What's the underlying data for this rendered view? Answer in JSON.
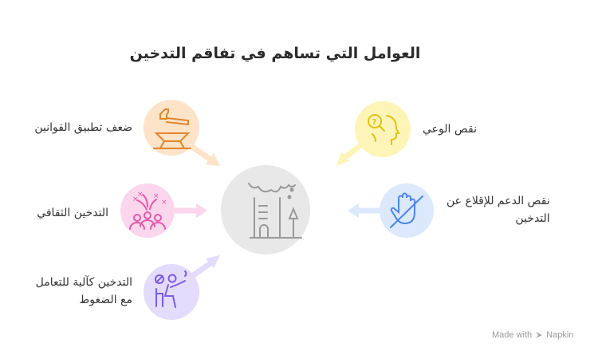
{
  "title": "العوامل التي تساهم في تفاقم التدخين",
  "center": {
    "icon": "smoking-factory-icon"
  },
  "factors": [
    {
      "label": "ضعف تطبيق القوانين",
      "icon": "gavel-anvil-icon",
      "color": "#e0862f",
      "bg": "#fde3c8"
    },
    {
      "label": "التدخين الثقافي",
      "icon": "people-celebration-icon",
      "color": "#e05aaa",
      "bg": "#fbd6ec"
    },
    {
      "label": "التدخين كآلية للتعامل مع الضغوط",
      "label_line1": "التدخين كآلية للتعامل",
      "label_line2": "مع الضغوط",
      "icon": "stressed-smoker-icon",
      "color": "#7b5ce6",
      "bg": "#e3dcfc"
    },
    {
      "label": "نقص الوعي",
      "icon": "head-question-icon",
      "color": "#e2c20f",
      "bg": "#fdf5b8"
    },
    {
      "label": "نقص الدعم للإقلاع عن التدخين",
      "label_line1": "نقص الدعم للإقلاع عن",
      "label_line2": "التدخين",
      "icon": "hand-crossed-icon",
      "color": "#4a86e8",
      "bg": "#dce8fc"
    }
  ],
  "footer": {
    "made_with": "Made with",
    "brand": "Napkin"
  }
}
